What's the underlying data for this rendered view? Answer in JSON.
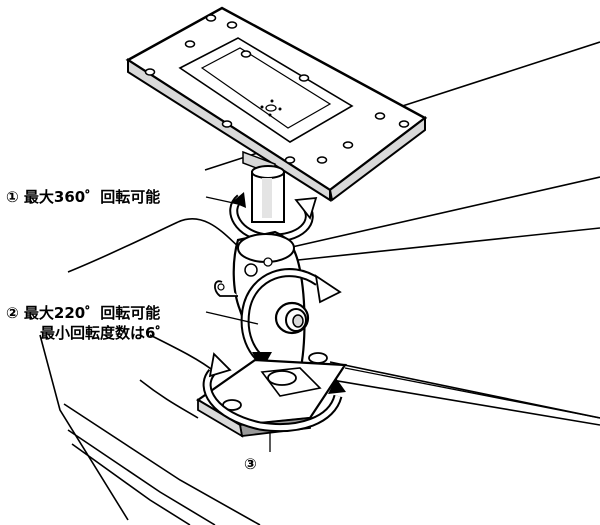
{
  "labels": {
    "rotation_1": "① 最大360゜回転可能",
    "rotation_2_line1": "② 最大220゜回転可能",
    "rotation_2_line2": "最小回転度数は6゜",
    "marker_3": "③"
  },
  "colors": {
    "ink": "#000000",
    "paper": "#ffffff",
    "shade": "#d9d9d9",
    "dark_shade": "#9a9a9a"
  }
}
